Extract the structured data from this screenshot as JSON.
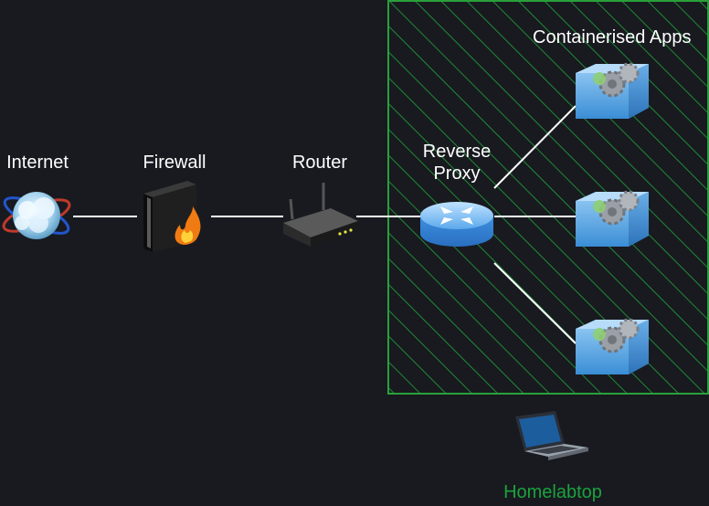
{
  "labels": {
    "internet": "Internet",
    "firewall": "Firewall",
    "router": "Router",
    "reverse_proxy_line1": "Reverse",
    "reverse_proxy_line2": "Proxy",
    "containerised_apps": "Containerised Apps",
    "homelabtop": "Homelabtop"
  },
  "colors": {
    "background": "#181a20",
    "zone_border": "#2aa03a",
    "zone_hatch": "#1f8a33",
    "link": "#ffffff",
    "homelabtop_text": "#1aa33b"
  },
  "icons": {
    "internet": "globe-cloud-icon",
    "firewall": "firewall-icon",
    "router": "wireless-router-icon",
    "reverse_proxy": "proxy-router-icon",
    "app": "container-gear-icon",
    "laptop": "laptop-icon"
  }
}
